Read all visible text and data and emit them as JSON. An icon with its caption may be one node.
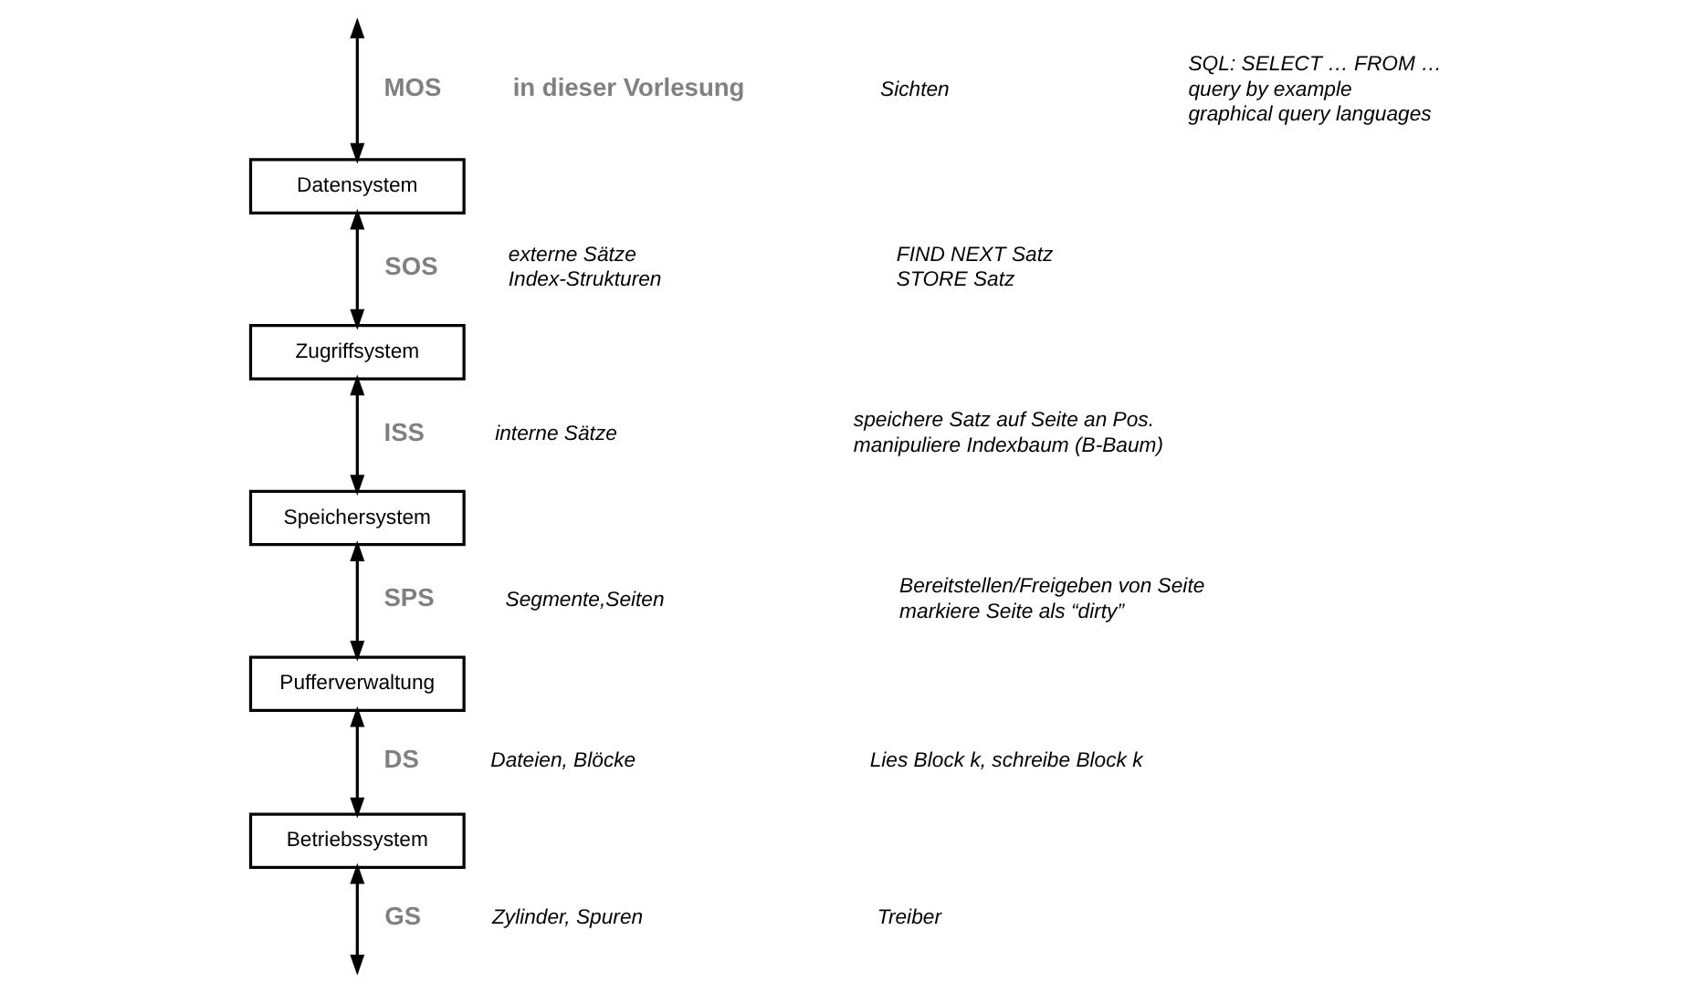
{
  "diagram": {
    "nodes": [
      {
        "text": [
          "Datensystem"
        ]
      },
      {
        "text": [
          "Zugriffsystem"
        ]
      },
      {
        "text": [
          "Speichersystem"
        ]
      },
      {
        "text": [
          "Pufferverwaltung"
        ]
      },
      {
        "text": [
          "Betriebssystem"
        ]
      }
    ],
    "edges": [
      {
        "from": null,
        "to": 0,
        "arrow": "both",
        "label": "MOS"
      },
      {
        "from": 0,
        "to": 1,
        "arrow": "both",
        "label": "SOS"
      },
      {
        "from": 1,
        "to": 2,
        "arrow": "both",
        "label": "ISS"
      },
      {
        "from": 2,
        "to": 3,
        "arrow": "both",
        "label": "SPS"
      },
      {
        "from": 3,
        "to": 4,
        "arrow": "both",
        "label": "DS"
      },
      {
        "from": 4,
        "to": null,
        "arrow": "both",
        "label": "GS"
      }
    ],
    "labels": [
      "in dieser Vorlesung",
      "Sichten",
      "SQL: SELECT … FROM …",
      "query by example",
      "graphical query languages",
      "externe Sätze",
      "Index-Strukturen",
      "FIND NEXT Satz",
      "STORE Satz",
      "interne Sätze",
      "speichere Satz auf Seite an Pos.",
      "manipuliere Indexbaum (B-Baum)",
      "Segmente,Seiten",
      "Bereitstellen/Freigeben von Seite",
      "markiere Seite als “dirty”",
      "Dateien, Blöcke",
      "Lies Block k, schreibe Block k",
      "Zylinder, Spuren",
      "Treiber"
    ]
  }
}
